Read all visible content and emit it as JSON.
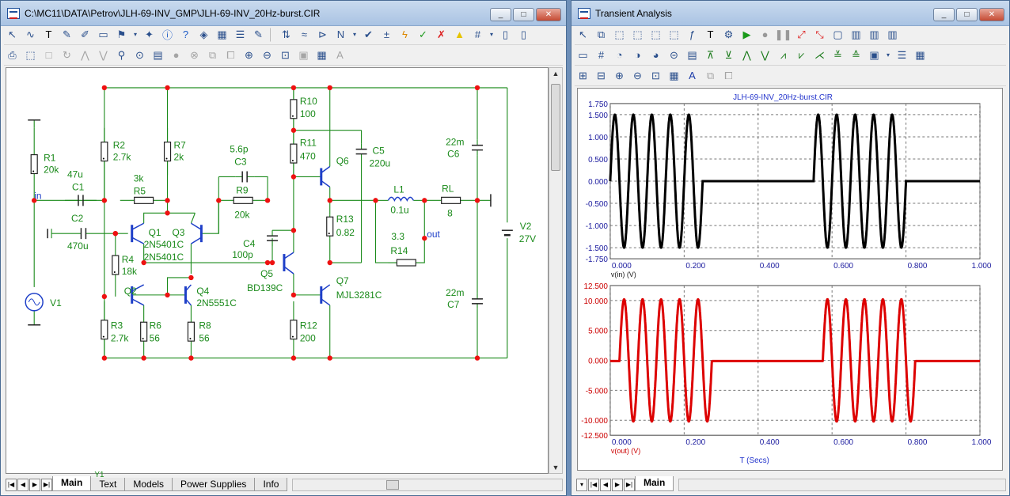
{
  "left_window": {
    "title": "C:\\MC11\\DATA\\Petrov\\JLH-69-INV_GMP\\JLH-69-INV_20Hz-burst.CIR",
    "caption_min": "_",
    "caption_max": "□",
    "caption_close": "✕",
    "tabs": [
      "Main",
      "Text",
      "Models",
      "Power Supplies",
      "Info"
    ],
    "active_tab": "Main",
    "tab_marker": "Y1"
  },
  "right_window": {
    "title": "Transient Analysis",
    "tabs": [
      "Main"
    ],
    "active_tab": "Main"
  },
  "toolbar_icons": {
    "left_row1": [
      "select-arrow",
      "wire",
      "text-T",
      "pen",
      "pen-2",
      "bus",
      "flag",
      "arrow-dd",
      "pin",
      "info",
      "help",
      "component",
      "calc",
      "list",
      "edit",
      "sep",
      "flip",
      "wave",
      "probe",
      "node",
      "dd",
      "check",
      "plus",
      "flash",
      "check-green",
      "x-red",
      "triangle",
      "grid",
      "dd",
      "page",
      "page2"
    ],
    "left_row2": [
      "print",
      "select-box",
      "box",
      "rotate",
      "mirror",
      "mirror2",
      "find",
      "binoculars",
      "doc",
      "stop",
      "clear",
      "copy",
      "paste",
      "zoom-in",
      "zoom-out",
      "zoom-fit",
      "gray1",
      "grid-dd",
      "font-A"
    ],
    "right_row1": [
      "select",
      "copy-dd",
      "zoom-box",
      "zoom-box2",
      "zoom-box3",
      "zoom-box4",
      "fx",
      "text-T",
      "properties",
      "run",
      "stop",
      "pause",
      "zoom-a",
      "zoom-b",
      "frame1",
      "frame2",
      "frame3",
      "frame4"
    ],
    "right_row2": [
      "scope",
      "grid",
      "gauge1",
      "gauge2",
      "gauge3",
      "gauge4",
      "props",
      "peak1",
      "peak2",
      "peak3",
      "peak4",
      "peak5",
      "peak6",
      "peak7",
      "peak8",
      "peak9",
      "clip",
      "dd",
      "list",
      "calendar"
    ],
    "right_row3": [
      "fit",
      "fit2",
      "zoom-in",
      "zoom-out",
      "zoom-fit",
      "grid-dd",
      "font-A",
      "copy",
      "paste"
    ]
  },
  "schematic": {
    "components": [
      {
        "ref": "R1",
        "value": "20k"
      },
      {
        "ref": "C1",
        "value": "47u"
      },
      {
        "ref": "C2",
        "value": "470u"
      },
      {
        "ref": "R2",
        "value": "2.7k"
      },
      {
        "ref": "R3",
        "value": "2.7k"
      },
      {
        "ref": "R4",
        "value": "18k"
      },
      {
        "ref": "R5",
        "value": "3k"
      },
      {
        "ref": "R6",
        "value": "56"
      },
      {
        "ref": "R7",
        "value": "2k"
      },
      {
        "ref": "R8",
        "value": "56"
      },
      {
        "ref": "R9",
        "value": "20k"
      },
      {
        "ref": "C3",
        "value": "5.6p"
      },
      {
        "ref": "R10",
        "value": "100"
      },
      {
        "ref": "R11",
        "value": "470"
      },
      {
        "ref": "R12",
        "value": "200"
      },
      {
        "ref": "R13",
        "value": "0.82"
      },
      {
        "ref": "C4",
        "value": "100p"
      },
      {
        "ref": "C5",
        "value": "220u"
      },
      {
        "ref": "L1",
        "value": "0.1u"
      },
      {
        "ref": "R14",
        "value": "3.3"
      },
      {
        "ref": "RL",
        "value": "8"
      },
      {
        "ref": "C6",
        "value": "22m"
      },
      {
        "ref": "C7",
        "value": "22m"
      },
      {
        "ref": "V2",
        "value": "27V"
      },
      {
        "ref": "V1",
        "value": ""
      },
      {
        "ref": "Q1",
        "value": "2N5401C"
      },
      {
        "ref": "Q3",
        "value": "2N5401C"
      },
      {
        "ref": "Q2",
        "value": ""
      },
      {
        "ref": "Q4",
        "value": "2N5551C"
      },
      {
        "ref": "Q5",
        "value": "BD139C"
      },
      {
        "ref": "Q6",
        "value": ""
      },
      {
        "ref": "Q7",
        "value": "MJL3281C"
      }
    ],
    "node_labels": {
      "in": "in",
      "out": "out"
    }
  },
  "chart_data": [
    {
      "type": "line",
      "title": "JLH-69-INV_20Hz-burst.CIR",
      "xlabel": "v(in) (V)",
      "ylabel": "",
      "xlim": [
        0,
        1.0
      ],
      "ylim": [
        -1.75,
        1.75
      ],
      "x_ticks": [
        "0.000",
        "0.200",
        "0.400",
        "0.600",
        "0.800",
        "1.000"
      ],
      "y_ticks": [
        "1.750",
        "1.500",
        "1.000",
        "0.500",
        "0.000",
        "-0.500",
        "-1.000",
        "-1.500",
        "-1.750"
      ],
      "grid": true,
      "series": [
        {
          "name": "v(in) (V)",
          "color": "#000000",
          "amplitude": 1.5,
          "frequency_hz": 20,
          "bursts": [
            [
              0,
              0.25
            ],
            [
              0.55,
              0.8
            ]
          ]
        }
      ]
    },
    {
      "type": "line",
      "xlabel": "T (Secs)",
      "ylabel": "v(out) (V)",
      "xlim": [
        0,
        1.0
      ],
      "ylim": [
        -12.5,
        12.5
      ],
      "x_ticks": [
        "0.000",
        "0.200",
        "0.400",
        "0.600",
        "0.800",
        "1.000"
      ],
      "y_ticks": [
        "12.500",
        "10.000",
        "5.000",
        "0.000",
        "-5.000",
        "-10.000",
        "-12.500"
      ],
      "grid": true,
      "series": [
        {
          "name": "v(out) (V)",
          "color": "#dd0000",
          "amplitude": 10.2,
          "frequency_hz": 20,
          "bursts": [
            [
              0.025,
              0.275
            ],
            [
              0.575,
              0.825
            ]
          ],
          "baseline": -0.1
        }
      ]
    }
  ],
  "plot_labels": {
    "title": "JLH-69-INV_20Hz-burst.CIR",
    "top_xlabel": "v(in) (V)",
    "bottom_ylabel": "v(out) (V)",
    "bottom_xlabel": "T (Secs)"
  }
}
